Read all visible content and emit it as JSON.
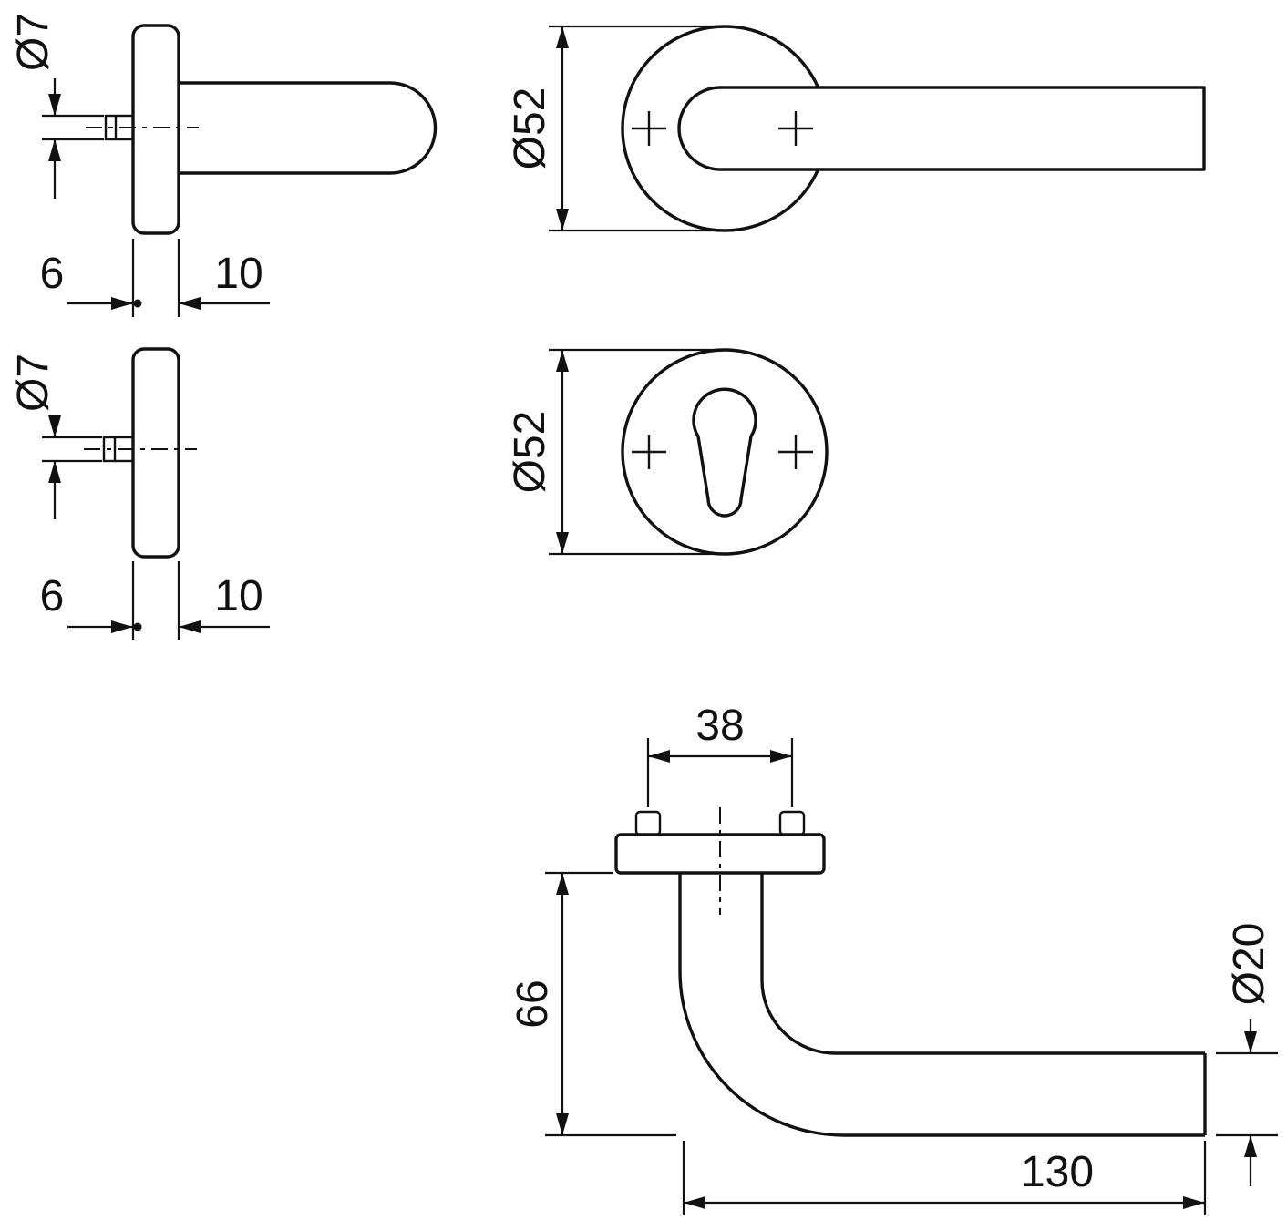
{
  "drawing": {
    "type": "technical-drawing",
    "subject": "Lever door handle on round rose with profile-cylinder key rosette, dimensioned views",
    "line_color": "#111111",
    "background": "#ffffff",
    "views": {
      "handle_side": {
        "dia7": "Ø7",
        "d6": "6",
        "d10": "10"
      },
      "escutcheon_side": {
        "dia7": "Ø7",
        "d6": "6",
        "d10": "10"
      },
      "handle_front": {
        "dia52": "Ø52"
      },
      "escutcheon_front": {
        "dia52": "Ø52"
      },
      "handle_profile": {
        "d38": "38",
        "d66": "66",
        "dia20": "Ø20",
        "d130": "130"
      }
    }
  }
}
